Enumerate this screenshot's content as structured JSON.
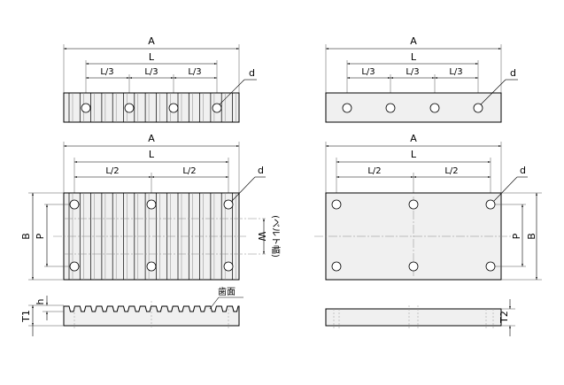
{
  "labels": {
    "A": "A",
    "L": "L",
    "L3": "L/3",
    "L2": "L/2",
    "d": "d",
    "B": "B",
    "P": "P",
    "W": "W",
    "belt_width": "(ベルト幅)",
    "tooth_face": "歯面",
    "h": "h",
    "T1": "T1",
    "T2": "T2"
  }
}
